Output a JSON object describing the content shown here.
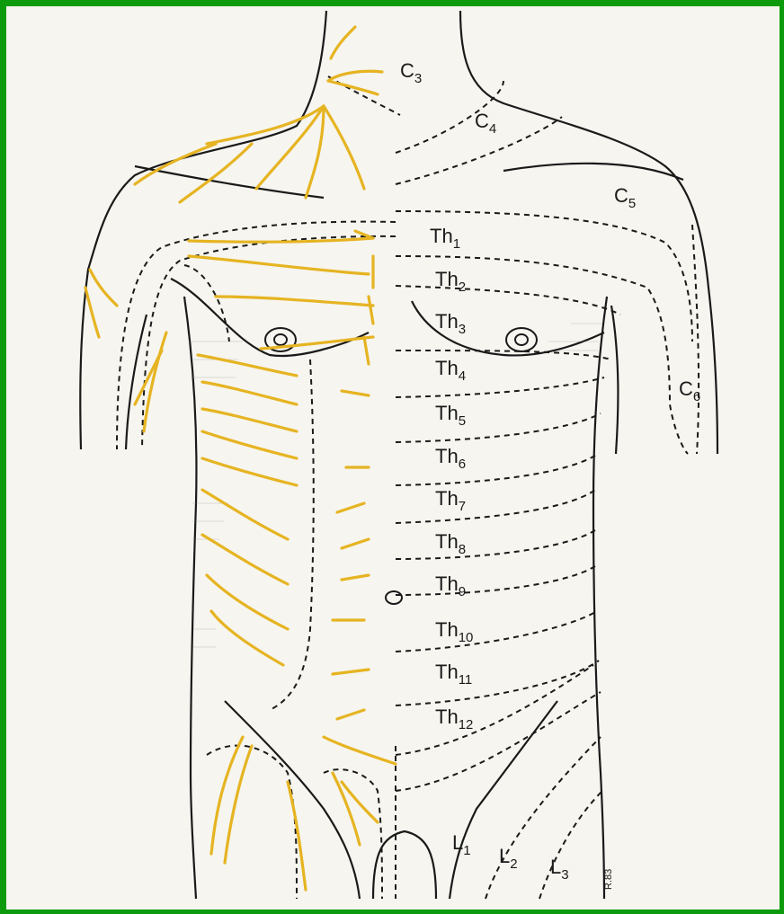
{
  "labels": {
    "c3": {
      "base": "C",
      "sub": "3"
    },
    "c4": {
      "base": "C",
      "sub": "4"
    },
    "c5": {
      "base": "C",
      "sub": "5"
    },
    "c6": {
      "base": "C",
      "sub": "6"
    },
    "th1": {
      "base": "Th",
      "sub": "1"
    },
    "th2": {
      "base": "Th",
      "sub": "2"
    },
    "th3": {
      "base": "Th",
      "sub": "3"
    },
    "th4": {
      "base": "Th",
      "sub": "4"
    },
    "th5": {
      "base": "Th",
      "sub": "5"
    },
    "th6": {
      "base": "Th",
      "sub": "6"
    },
    "th7": {
      "base": "Th",
      "sub": "7"
    },
    "th8": {
      "base": "Th",
      "sub": "8"
    },
    "th9": {
      "base": "Th",
      "sub": "9"
    },
    "th10": {
      "base": "Th",
      "sub": "10"
    },
    "th11": {
      "base": "Th",
      "sub": "11"
    },
    "th12": {
      "base": "Th",
      "sub": "12"
    },
    "l1": {
      "base": "L",
      "sub": "1"
    },
    "l2": {
      "base": "L",
      "sub": "2"
    },
    "l3": {
      "base": "L",
      "sub": "3"
    }
  },
  "signature": "R.83",
  "colors": {
    "frame": "#0d9b0d",
    "paper": "#f6f5ef",
    "nerve": "#e6b422",
    "ink": "#1a1a1a"
  }
}
